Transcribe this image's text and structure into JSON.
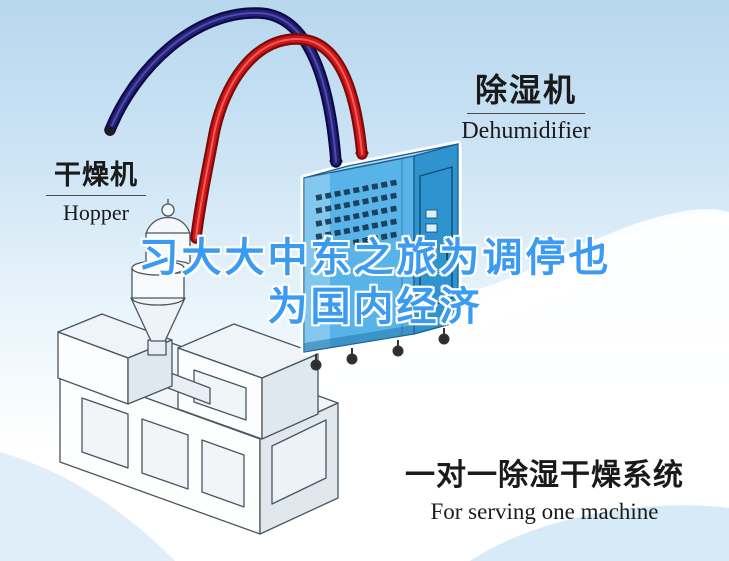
{
  "illustration": {
    "dehumidifier_label": {
      "cn": "除湿机",
      "en": "Dehumidifier"
    },
    "hopper_label": {
      "cn": "干燥机",
      "en": "Hopper"
    },
    "watermark": {
      "line1": "习大大中东之旅为调停也",
      "line2": "为国内经济"
    },
    "caption": {
      "cn": "一对一除湿干燥系统",
      "en": "For serving one machine"
    }
  },
  "colors": {
    "watermark_blue": "#3b9bf0",
    "hose_red": "#d31616",
    "hose_navy": "#232078",
    "unit_front_blue": "#58b4e8",
    "unit_side_blue": "#2f93cf",
    "unit_top_blue": "#a9d9f3",
    "background_sky": "#bcd9ee",
    "label_text": "#1a1a1a"
  }
}
